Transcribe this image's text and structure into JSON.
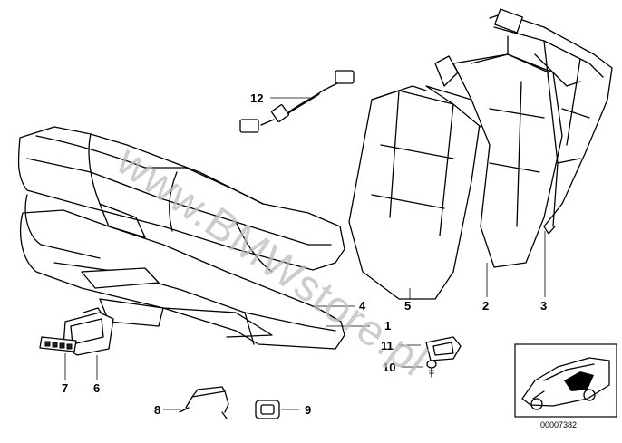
{
  "diagram": {
    "callouts": {
      "c1": "1",
      "c2": "2",
      "c3": "3",
      "c4": "4",
      "c5": "5",
      "c6": "6",
      "c7": "7",
      "c8": "8",
      "c9": "9",
      "c10": "10",
      "c11": "11",
      "c12": "12"
    },
    "watermark": "www.BMWstore.pl",
    "document_number": "00007382"
  }
}
